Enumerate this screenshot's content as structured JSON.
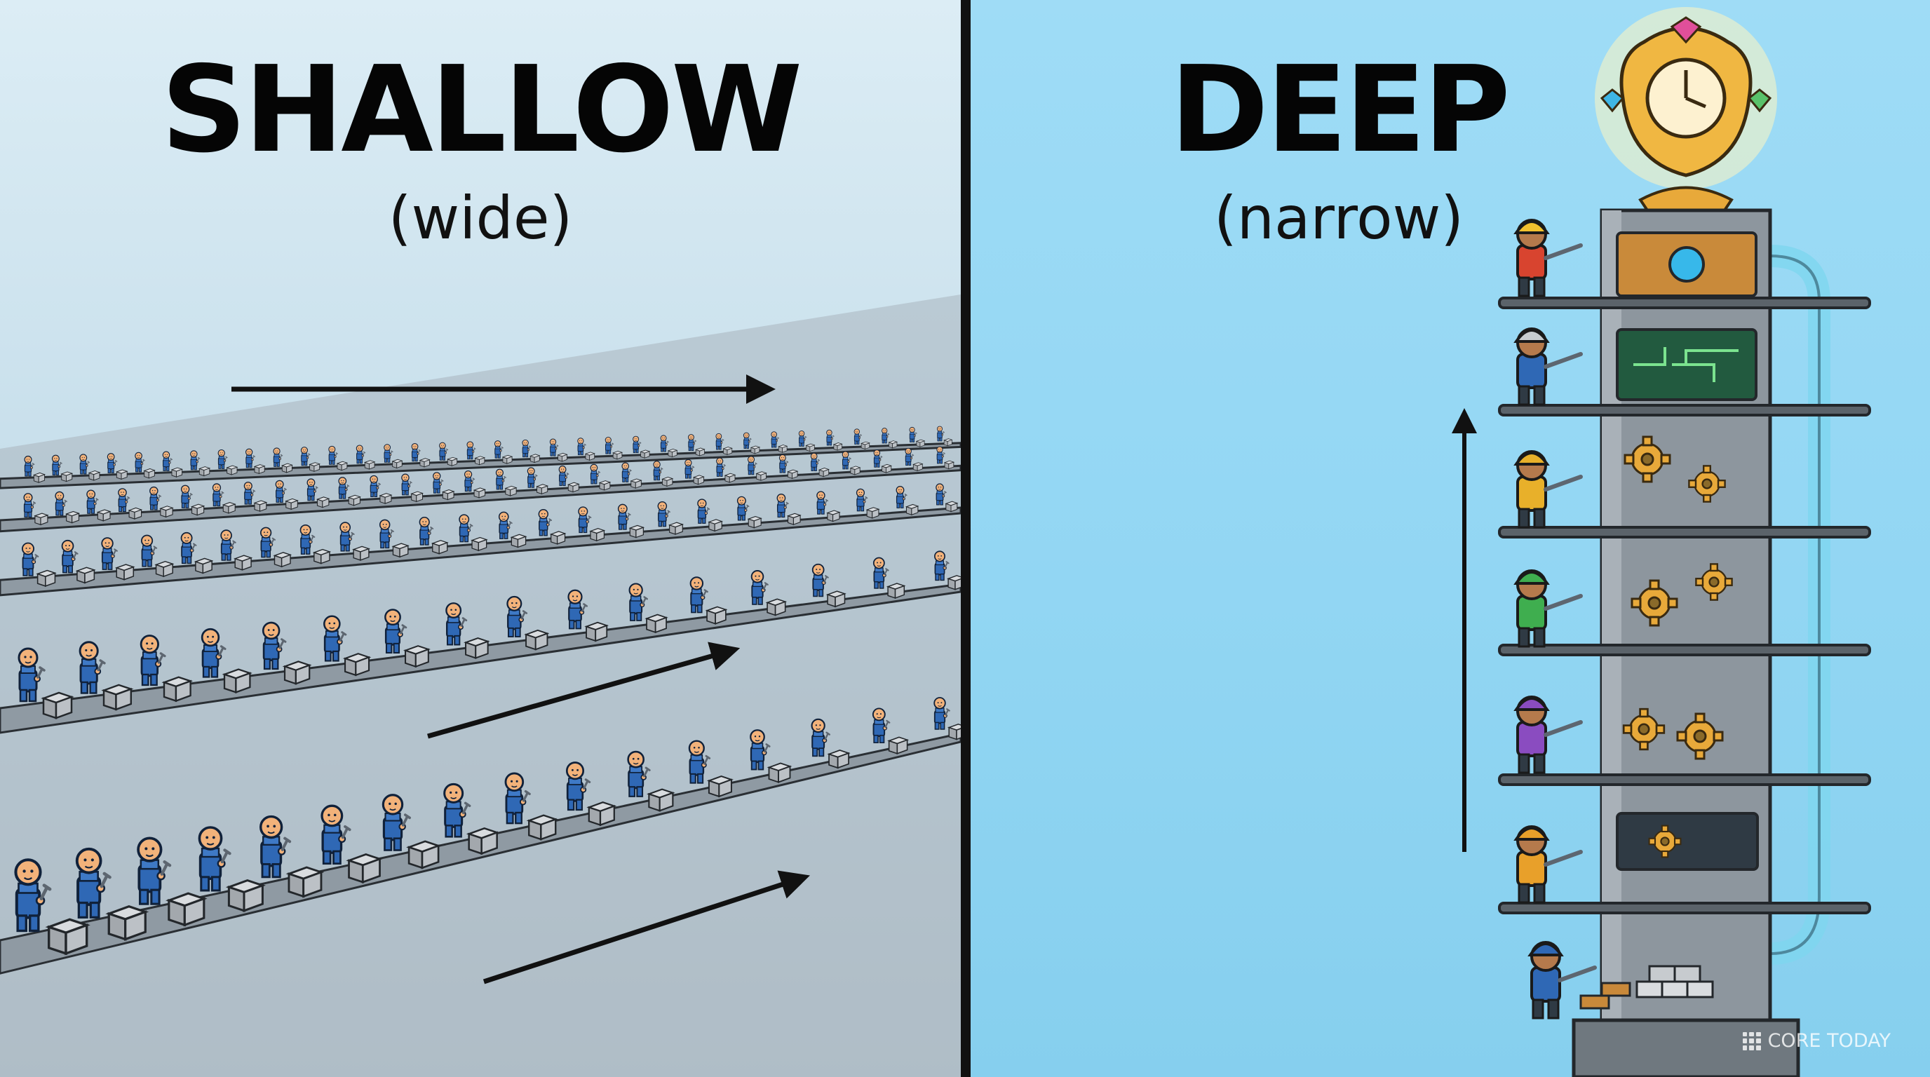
{
  "left_panel": {
    "heading": "SHALLOW",
    "subheading": "(wide)"
  },
  "right_panel": {
    "heading": "DEEP",
    "subheading": "(narrow)"
  },
  "watermark": {
    "text": "CORE TODAY"
  },
  "colors": {
    "left_background": "#c9e0ec",
    "right_background": "#92d6f3",
    "worker_overalls": "#2f68b5",
    "worker_skin": "#f2b27a",
    "tower_steel": "#8d969e",
    "gold": "#e8a93a"
  },
  "icons": [
    "worker-figure",
    "wrench-icon",
    "gear-icon",
    "clock-trophy-icon",
    "gem-icon",
    "circuit-screen-icon"
  ]
}
